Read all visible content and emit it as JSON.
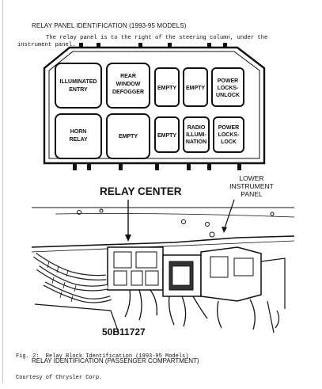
{
  "title": "RELAY PANEL IDENTIFICATION (1993-95 MODELS)",
  "note": "The relay panel is to the right of the steering column, under the instrument panel.",
  "relays": {
    "r1": [
      "ILLUMINATED",
      "ENTRY"
    ],
    "r2": [
      "REAR",
      "WINDOW",
      "DEFOGGER"
    ],
    "r3": [
      "EMPTY"
    ],
    "r4": [
      "EMPTY"
    ],
    "r5": [
      "POWER",
      "LOCKS-",
      "UNLOCK"
    ],
    "r6": [
      "HORN",
      "RELAY"
    ],
    "r7": [
      "EMPTY"
    ],
    "r8": [
      "EMPTY"
    ],
    "r9": [
      "RADIO",
      "ILLUMI-",
      "NATION"
    ],
    "r10": [
      "POWER",
      "LOCKS-",
      "LOCK"
    ]
  },
  "labels": {
    "relay_center": "RELAY CENTER",
    "lower_panel": [
      "LOWER",
      "INSTRUMENT",
      "PANEL"
    ],
    "figure_code": "50B11727"
  },
  "caption": {
    "line1": "Fig. 2:  Relay Block Identification (1993-95 Models)",
    "line2": "Courtesy of Chrysler Corp."
  },
  "footer": "RELAY IDENTIFICATION (PASSENGER COMPARTMENT)"
}
